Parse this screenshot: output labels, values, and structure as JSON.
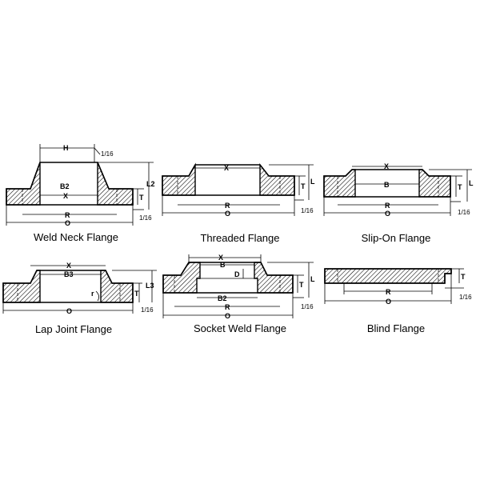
{
  "flanges": [
    {
      "name": "Weld Neck Flange",
      "dims": {
        "h": "H",
        "x": "X",
        "b2": "B2",
        "r": "R",
        "o": "O",
        "t": "T",
        "l2": "L2",
        "gap": "1/16"
      }
    },
    {
      "name": "Threaded Flange",
      "dims": {
        "x": "X",
        "r": "R",
        "o": "O",
        "t": "T",
        "l": "L",
        "gap": "1/16"
      }
    },
    {
      "name": "Slip-On Flange",
      "dims": {
        "x": "X",
        "b": "B",
        "r": "R",
        "o": "O",
        "t": "T",
        "l": "L",
        "gap": "1/16"
      }
    },
    {
      "name": "Lap Joint Flange",
      "dims": {
        "x": "X",
        "b3": "B3",
        "r": "r",
        "o": "O",
        "t": "T",
        "l3": "L3",
        "gap": "1/16"
      }
    },
    {
      "name": "Socket Weld Flange",
      "dims": {
        "x": "X",
        "b": "B",
        "d": "D",
        "b2": "B2",
        "r": "R",
        "o": "O",
        "t": "T",
        "l": "L",
        "gap": "1/16"
      }
    },
    {
      "name": "Blind Flange",
      "dims": {
        "r": "R",
        "o": "O",
        "t": "T",
        "gap": "1/16"
      }
    }
  ],
  "colors": {
    "line": "#000000",
    "background": "#ffffff"
  }
}
